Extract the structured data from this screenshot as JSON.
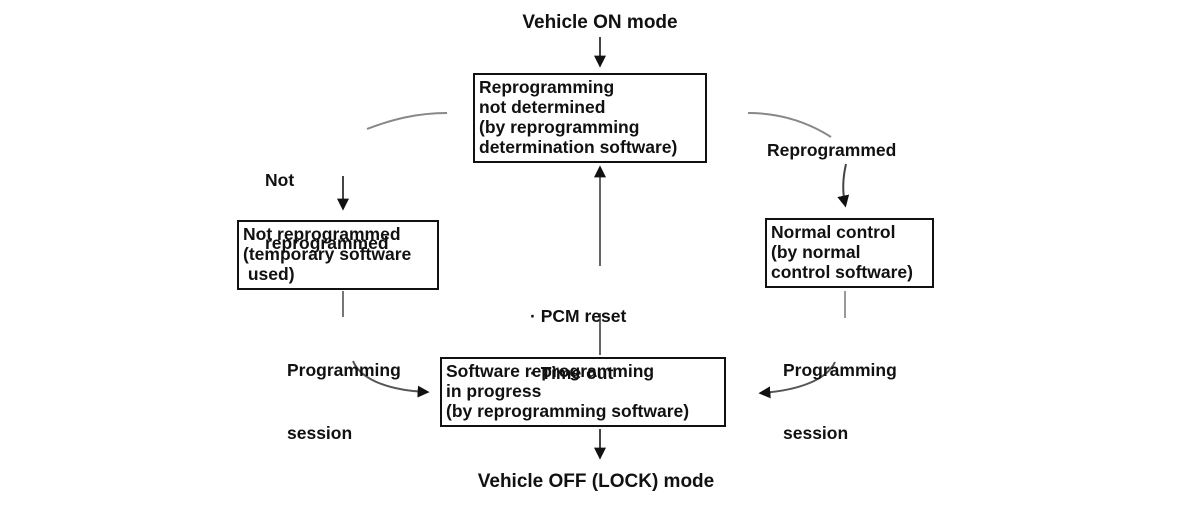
{
  "diagram": {
    "title_top": "Vehicle ON mode",
    "title_bottom": "Vehicle OFF (LOCK) mode",
    "boxes": {
      "not_determined": {
        "lines": [
          "Reprogramming",
          "not determined",
          "(by reprogramming",
          "determination software)"
        ]
      },
      "not_reprogrammed": {
        "lines": [
          "Not reprogrammed",
          "(temporary software",
          " used)"
        ]
      },
      "normal_control": {
        "lines": [
          "Normal control",
          "(by normal",
          "control software)"
        ]
      },
      "in_progress": {
        "lines": [
          "Software reprogramming",
          "in progress",
          "(by reprogramming software)"
        ]
      }
    },
    "labels": {
      "branch_left_line1": "Not",
      "branch_left_line2": "reprogrammed",
      "branch_right": "Reprogrammed",
      "pcm_reset": "· PCM reset",
      "time_out": "· Time out",
      "session_left_line1": "Programming",
      "session_left_line2": "session",
      "session_right_line1": "Programming",
      "session_right_line2": "session"
    },
    "colors": {
      "background": "#ffffff",
      "text": "#111111",
      "box_border": "#111111",
      "connector": "#555555",
      "connector_light": "#888888",
      "arrowhead": "#111111"
    }
  }
}
